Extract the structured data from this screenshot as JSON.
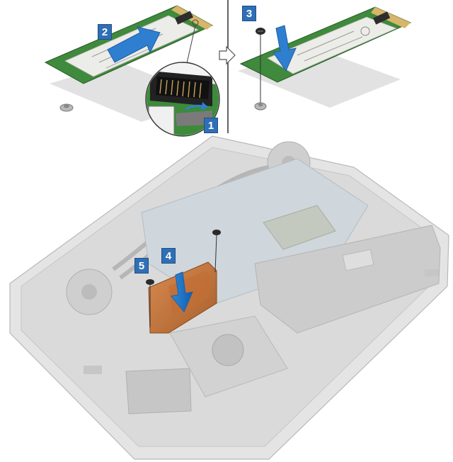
{
  "steps": [
    {
      "label": "1"
    },
    {
      "label": "2"
    },
    {
      "label": "3"
    },
    {
      "label": "4"
    },
    {
      "label": "5"
    }
  ],
  "colors": {
    "callout": "#2f6fb5",
    "arrow": "#2f7fd0",
    "pcb": "#3f8a3c",
    "ssd_label": "#e8e8e4",
    "shield_copper": "#c8793e",
    "chassis": "#d6d6d6"
  },
  "icons": {
    "flow_arrow": "outline-right-arrow-icon",
    "screw": "screw-icon",
    "connector": "m2-connector-icon"
  }
}
